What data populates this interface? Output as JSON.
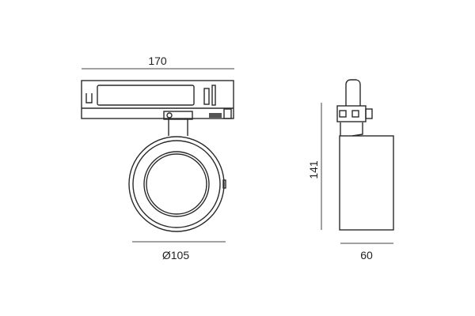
{
  "drawing": {
    "front_view": {
      "width_dimension": "170",
      "diameter_dimension": "Ø105"
    },
    "side_view": {
      "height_dimension": "141",
      "depth_dimension": "60"
    }
  },
  "colors": {
    "line": "#2a2a2a",
    "background": "#ffffff"
  }
}
